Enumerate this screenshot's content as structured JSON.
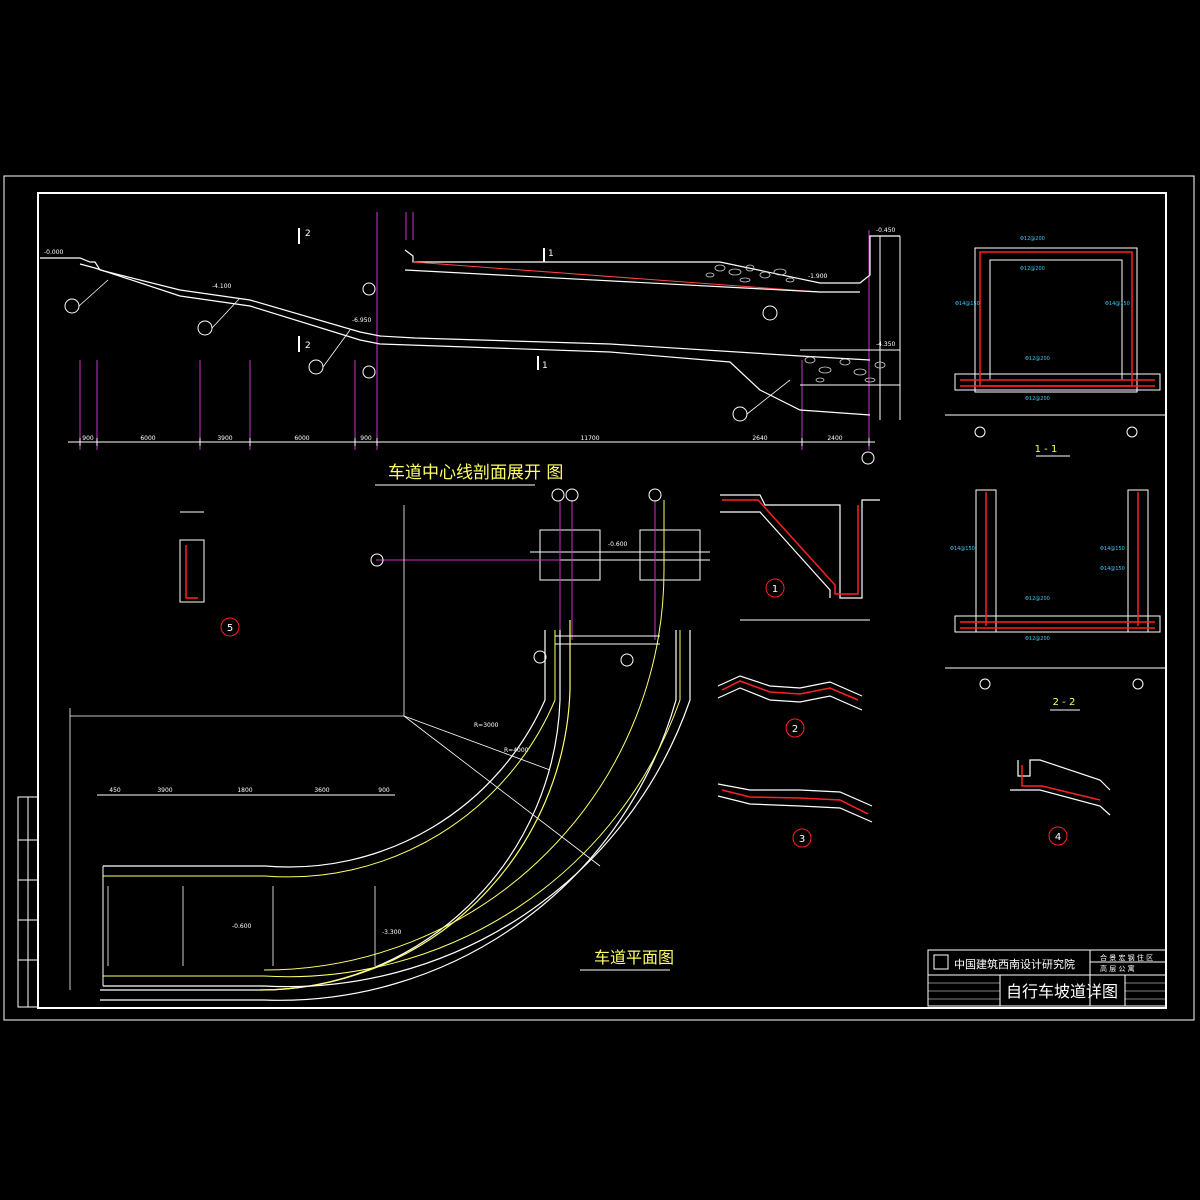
{
  "colors": {
    "background": "#000000",
    "frame": "#ffffff",
    "concrete": "#ffffff",
    "rebar": "#ff2020",
    "axis": "#cc33cc",
    "label_yellow": "#ffff66",
    "rebar_label": "#33ccff",
    "grade_line": "#ff4444"
  },
  "titles": {
    "section_title": "车道中心线剖面展开 图",
    "plan_title": "车道平面图",
    "section_1_1": "1 - 1",
    "section_2_2": "2 - 2",
    "detail_1": "1",
    "detail_2": "2",
    "detail_3": "3",
    "detail_4": "4",
    "detail_5": "5"
  },
  "title_block": {
    "institute": "中国建筑西南设计研究院",
    "project": "合 景 宏 钢 住 区",
    "subproject": "高 层 公 寓",
    "drawing_title": "自行车坡道详图"
  },
  "elevations": {
    "top_left": "-0.000",
    "mid1": "-4.100",
    "mid2": "-6.950",
    "right_top": "-0.450",
    "right_mid": "-1.900",
    "right_low": "-4.350",
    "plan_a": "-0.600",
    "plan_b": "-0.600",
    "plan_c": "-3.300"
  },
  "section_dims": [
    "900",
    "6000",
    "3900",
    "6000",
    "900",
    "11700",
    "2640",
    "2400"
  ],
  "plan_dims": [
    "450",
    "3900",
    "1800",
    "3600",
    "900"
  ],
  "radius_labels": [
    "R=4000",
    "R=3000"
  ],
  "section_markers": {
    "cut_2": "2",
    "cut_1": "1"
  }
}
